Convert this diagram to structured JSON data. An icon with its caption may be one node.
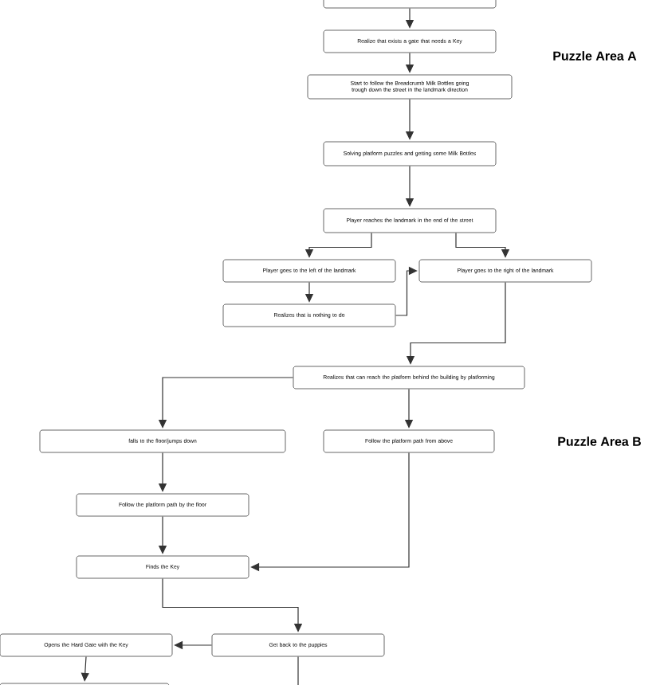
{
  "diagram": {
    "nodes": [
      {
        "text": [],
        "shape": "box"
      },
      {
        "text": [
          "Realize that exists a gate that needs a Key"
        ]
      },
      {
        "text": [
          "Start to follow the Breadcrumb Milk Bottles going trough down the street in the landmark direction"
        ]
      },
      {
        "text": [
          "Solving platform puzzles and getting some Milk Bottles"
        ]
      },
      {
        "text": [
          "Player reaches the landmark in the end of the street"
        ]
      },
      {
        "text": [
          "Player goes to the left of the landmark"
        ]
      },
      {
        "text": [
          "Player goes to the right of the landmark"
        ]
      },
      {
        "text": [
          "Realizes that is nothing to do"
        ]
      },
      {
        "text": [
          "Realizes that can reach the platform behind the building by platforming"
        ]
      },
      {
        "text": [
          "falls to the floor/jumps down"
        ]
      },
      {
        "text": [
          "Follow the platform path from above"
        ]
      },
      {
        "text": [
          "Follow the platform path by the floor"
        ]
      },
      {
        "text": [
          "Finds the Key"
        ]
      },
      {
        "text": [
          "Opens the Hard Gate with the Key"
        ]
      },
      {
        "text": [
          "Get back to the puppies"
        ]
      },
      {
        "text": [],
        "shape": "box"
      }
    ],
    "edges": [
      {
        "from": 0,
        "to": 1,
        "arrow": "to"
      },
      {
        "from": 1,
        "to": 2,
        "arrow": "to"
      },
      {
        "from": 2,
        "to": 3,
        "arrow": "to"
      },
      {
        "from": 3,
        "to": 4,
        "arrow": "to"
      },
      {
        "from": 4,
        "to": 5,
        "arrow": "to"
      },
      {
        "from": 4,
        "to": 6,
        "arrow": "to"
      },
      {
        "from": 5,
        "to": 7,
        "arrow": "to"
      },
      {
        "from": 7,
        "to": 6,
        "arrow": "to"
      },
      {
        "from": 6,
        "to": 8,
        "arrow": "to"
      },
      {
        "from": 8,
        "to": 9,
        "arrow": "to"
      },
      {
        "from": 8,
        "to": 10,
        "arrow": "to"
      },
      {
        "from": 9,
        "to": 11,
        "arrow": "to"
      },
      {
        "from": 11,
        "to": 12,
        "arrow": "to"
      },
      {
        "from": 10,
        "to": 12,
        "arrow": "to"
      },
      {
        "from": 12,
        "to": 14,
        "arrow": "to"
      },
      {
        "from": 14,
        "to": 13,
        "arrow": "to"
      },
      {
        "from": 13,
        "to": 15,
        "arrow": "to"
      },
      {
        "from": 14,
        "to": null,
        "arrow": "none"
      }
    ],
    "labels": [
      "Puzzle Area A",
      "Puzzle Area B"
    ]
  }
}
